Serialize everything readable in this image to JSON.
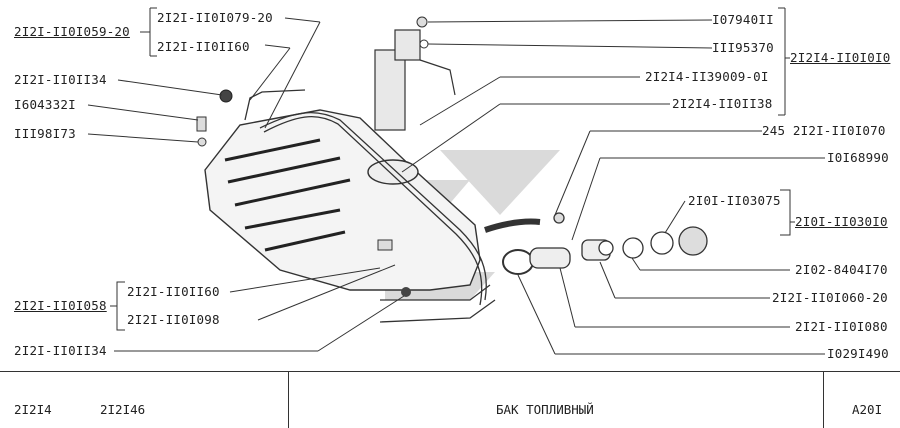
{
  "labels": {
    "asm_top_left": "2I2I-II0I059-20",
    "p_0079_20": "2I2I-II0I079-20",
    "p_0II60_top": "2I2I-II0II60",
    "p_0II34_top": "2I2I-II0II34",
    "p_1604332": "I604332I",
    "p_1198173": "III98I73",
    "p_107940": "I07940II",
    "p_1195370": "III95370",
    "asm_top_right": "2I2I4-II0I0I0",
    "p_139009": "2I2I4-II39009-0I",
    "p_0II38": "2I2I4-II0II38",
    "p_245": "245 2I2I-II0I070",
    "p_1016899": "I0I68990",
    "p_103075": "2I0I-II03075",
    "asm_mid_right": "2I0I-II030I0",
    "p_8404170": "2I02-8404I70",
    "p_0I060_20": "2I2I-II0I060-20",
    "p_0I080": "2I2I-II0I080",
    "p_0291490": "I029I490",
    "asm_bottom_left": "2I2I-II0I058",
    "p_0II60_bot": "2I2I-II0II60",
    "p_0I098": "2I2I-II0I098",
    "p_0II34_bot": "2I2I-II0II34"
  },
  "footer": {
    "model_1": "2I2I4",
    "model_2": "2I2I46",
    "title": "БАК  ТОПЛИВНЫЙ",
    "code": "A20I"
  }
}
